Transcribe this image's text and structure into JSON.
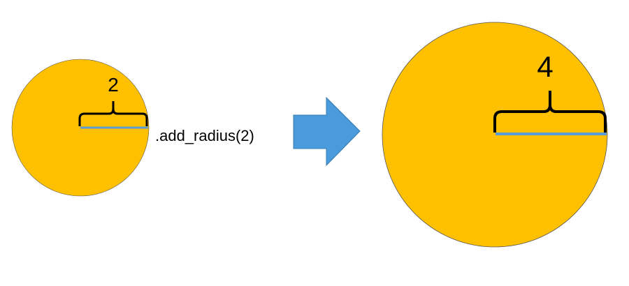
{
  "small_circle": {
    "radius_label": "2",
    "radius_value": 2
  },
  "operation": {
    "label": ".add_radius(2)"
  },
  "large_circle": {
    "radius_label": "4",
    "radius_value": 4
  },
  "colors": {
    "circle_fill": "#FFC000",
    "radius_line": "#5B9BD5",
    "arrow_fill": "#4A9BDB",
    "arrow_stroke": "#3A7CB0"
  }
}
